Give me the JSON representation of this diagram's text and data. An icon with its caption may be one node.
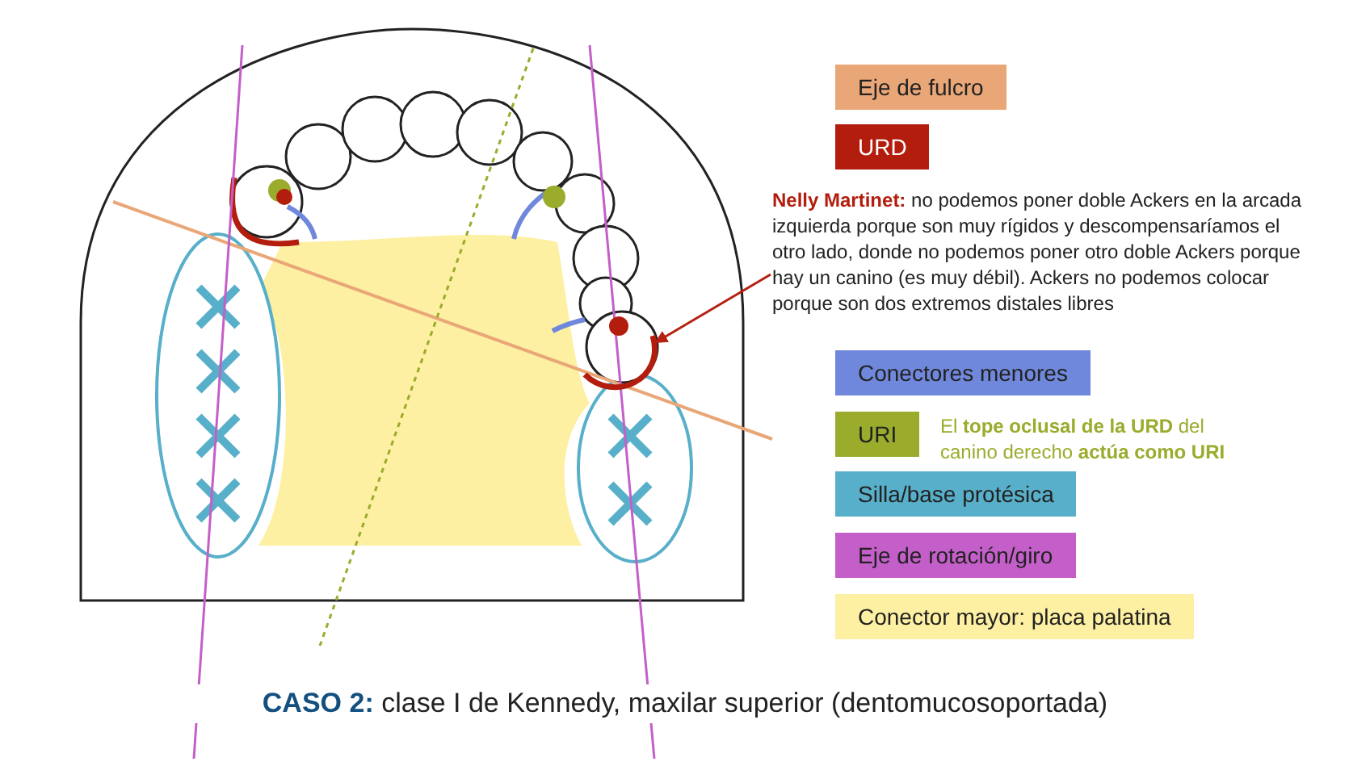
{
  "diagram": {
    "caption": "**CASO 2:** clase I de Kennedy, maxilar superior (dentomucosoportada)",
    "nodes": [
      {
        "text": [
          "**Nelly Martinet:** no podemos poner doble Ackers en la arcada izquierda porque son muy rígidos y descompensaríamos el otro lado, donde no podemos poner otro doble Ackers porque hay un canino (es muy débil). Ackers no podemos colocar porque son dos extremos distales libres"
        ]
      },
      {
        "text": [],
        "shape": "arc"
      }
    ],
    "edges": [
      {
        "from": 0,
        "to": 1,
        "arrow": "to",
        "color": "#b52010"
      }
    ],
    "labels": [
      "El **tope oclusal de la URD** del canino derecho **actúa como URI**"
    ],
    "legend": [
      {
        "text": "Eje de fulcro",
        "color": "#e9a677"
      },
      {
        "text": "URD",
        "color": "#b31d0d"
      },
      {
        "text": "Conectores menores",
        "color": "#7088db"
      },
      {
        "text": "URI",
        "color": "#9bab2b"
      },
      {
        "text": "Silla/base protésica",
        "color": "#58afc9"
      },
      {
        "text": "Eje de rotación/giro",
        "color": "#c45fc9"
      },
      {
        "text": "Conector mayor: placa palatina",
        "color": "#fdf0a2"
      }
    ]
  }
}
